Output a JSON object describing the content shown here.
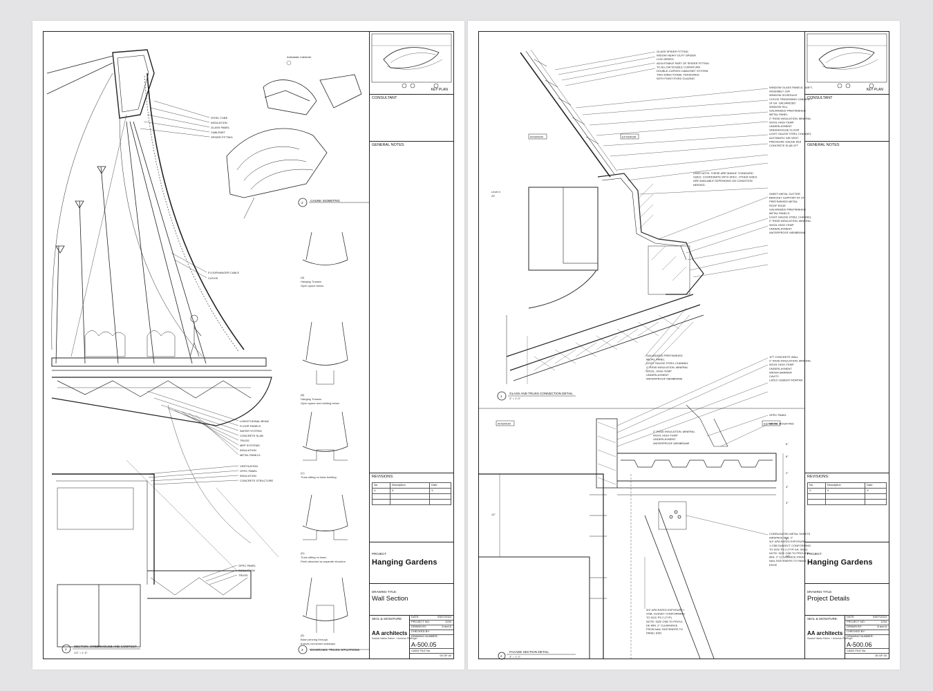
{
  "sheets": [
    {
      "keyplan_label": "KEY PLAN",
      "consultant_label": "CONSULTANT",
      "general_notes_label": "GENERAL NOTES",
      "revisions_label": "REVISIONS:",
      "revision_headers": [
        "No.",
        "Description",
        "Date"
      ],
      "revision_first_row": [
        "X",
        "X",
        "X"
      ],
      "project_label": "PROJECT",
      "project_name": "Hanging Gardens",
      "drawing_title_label": "DRAWING TITLE:",
      "drawing_title": "Wall Section",
      "seal_label": "SEAL & SIGNATURE:",
      "firm_name": "AA architects",
      "firm_sub": "Saadat Nabila Rahim + Andreas Pfaffinger",
      "date_label": "DATE:",
      "date": "03/07/2024",
      "project_no_label": "PROJECT NO:",
      "project_no": "1234",
      "drawn_by_label": "DRAWN BY:",
      "drawn_by": "A and A",
      "checked_by_label": "CHECKED BY:",
      "drawing_number_label": "DRAWING NUMBER:",
      "drawing_number": "A-500.05",
      "cadd_label": "CADD FILE No.",
      "of_text": "00 OF 00"
    },
    {
      "keyplan_label": "KEY PLAN",
      "consultant_label": "CONSULTANT",
      "general_notes_label": "GENERAL NOTES",
      "revisions_label": "REVISIONS:",
      "revision_headers": [
        "No.",
        "Description",
        "Date"
      ],
      "revision_first_row": [
        "X",
        "X",
        "X"
      ],
      "project_label": "PROJECT",
      "project_name": "Hanging Gardens",
      "drawing_title_label": "DRAWING TITLE:",
      "drawing_title": "Project Details",
      "seal_label": "SEAL & SIGNATURE:",
      "firm_name": "AA architects",
      "firm_sub": "Saadat Nabila Rahim + Andreas Pfaffinger",
      "date_label": "DATE:",
      "date": "03/07/2024",
      "project_no_label": "PROJECT NO:",
      "project_no": "1234",
      "drawn_by_label": "DRAWN BY:",
      "drawn_by": "A and A",
      "checked_by_label": "CHECKED BY:",
      "drawing_number_label": "DRAWING NUMBER:",
      "drawing_number": "A-500.06",
      "cadd_label": "CADD FILE No.",
      "of_text": "00 OF 00"
    }
  ],
  "left_drawing": {
    "callouts_top": [
      "STEEL TUBE",
      "INSULATION",
      "GLASS PANEL",
      "CABLENET",
      "SPIDER FITTING"
    ],
    "callouts_mid": [
      "FLOORHANGER CABLE",
      "CLEVIS"
    ],
    "callouts_truss": [
      "LONGITUDINAL BEAM",
      "FLOOR PANELS",
      "WATER SYSTEM",
      "CONCRETE SLAB",
      "TRUSS",
      "MEP SYSTEMS",
      "INSULATION",
      "METAL PANELS"
    ],
    "callouts_low": [
      "VENTILATION",
      "GFRC PANEL",
      "INSULATION",
      "CONCRETE STRUCTURE"
    ],
    "callouts_base": [
      "GFRC PANEL",
      "INSULATION",
      "TRUSS"
    ],
    "iso_label": "Anticlastic Cablenet",
    "title_1_num": "1",
    "title_1": "SECTION: GREENHOUSE AND COMPOST",
    "title_1_scale": "1/2\" = 1'-0\"",
    "title_2_num": "2",
    "title_2": "CHUNK ISOMETRIC",
    "title_3_num": "3",
    "title_3": "DIAGRAMS: TRUSS SITUATIONS",
    "diagrams": [
      {
        "tag": "(A)",
        "l1": "Hanging Trusses",
        "l2": "Open space below"
      },
      {
        "tag": "(B)",
        "l1": "Hanging Trusses",
        "l2": "Open space and building below"
      },
      {
        "tag": "(C)",
        "l1": "Truss sitting on base building",
        "l2": ""
      },
      {
        "tag": "(D)",
        "l1": "Truss sitting on base,",
        "l2": "Flesh attached as separate structure"
      },
      {
        "tag": "(E)",
        "l1": "Base piercing through,",
        "l2": "trusses connected sideways"
      }
    ]
  },
  "right_drawing": {
    "interior_label": "INTERIOR",
    "exterior_label": "EXTERIOR",
    "level_label": "Level 4",
    "level_value": "23'",
    "callouts_top": [
      "GLASS SPIDER FITTING",
      "WIDOW HEAVY DUTY SPIDER",
      "L220 SERIES",
      "ADJUSTABLE PART OF SPIDER FITTING",
      "TO ALLOW DOUBLE CURVATURE",
      "DOUBLE-CURVED CABLENET SYSTEM,",
      "TWO-DIRECTIONAL TENSIONED",
      "WITH POINT-FIXED GLAZING"
    ],
    "callouts_right": [
      "WINDOW GLASS PANELS, 4x5FT,",
      "ASSEMBLY 16/F",
      "WINDOW SCHEDULE",
      "CLEVIS TENSIONING CABLENET",
      "24 GA. GALVANIZED",
      "WINDOW SILL",
      "GALVANIZED PREFINISHED",
      "METAL PANEL",
      "2\" RIGID INSULATION, MINERAL",
      "WOOL HIGH-TEMP",
      "UNDERLAYMENT",
      "GREENHOUSE FLOOR",
      "LIGHT GAUGE STEEL CHANNEL",
      "AUTOMATIC AIR VENT",
      "PRESSURE GAUGE Ø15",
      "CONCRETE SLAB 1FT"
    ],
    "user_note": "USER NOTE: THESE ARE MANUF. STANDARD SIZES. COORDINATE WITH SPEC. OTHER SIZES ARE AVAILABLE DEPENDING ON CONDITION NEEDED.",
    "callouts_gutter": [
      "SHEET METAL GUTTER",
      "BRACKET SUPPORT AT 24\"",
      "PREFINISHED METAL",
      "ROOF EDGE",
      "GALVANIZED PREFINISHED",
      "METAL PANELS",
      "LIGHT GAUGE STEEL CHANNEL",
      "2\" RIGID INSULATION, MINERAL",
      "WOOL HIGH-TEMP",
      "UNDERLAYMENT",
      "WATERPROOF MEMBRANE"
    ],
    "callouts_truss": [
      "GALVANIZED PREFINISHED",
      "METAL PANEL",
      "LIGHT GAUGE STEEL CHANNEL",
      "2\" RIGID INSULATION, MINERAL",
      "WOOL, HIGH-TEMP",
      "UNDERLAYMENT",
      "WATERPROOF MEMBRANE"
    ],
    "callouts_wall": [
      "1FT CONCRETE WALL",
      "2\" RIGID INSULATION, MINERAL",
      "WOOL HIGH-TEMP",
      "UNDERLAYMENT",
      "WATER BARRIER",
      "CAVITY",
      "LATEX CEMENT MORTAR"
    ],
    "callouts_facade": [
      "GFRC PANEL",
      "METAL MOUNTING"
    ],
    "callouts_facade_left": [
      "2\" RIGID INSULATION, MINERAL",
      "WOOL HIGH-TEMP",
      "UNDERLAYMENT",
      "WATERPROOF MEMBRANE"
    ],
    "callouts_deck": [
      "CORRUGATED METAL SHEETS",
      "AIRSPACE MIN. 2\"",
      "3/4\" APA RATED EXPOSURE",
      "1 OSB SUBJECT CONFORMING",
      "TO DOC PS 2 (TYP. EA. SIDE)",
      "NOTE: SIZE OSB TO PROVIDE",
      "MIN. 2\" CLEARANCE FROM",
      "NAIL FASTENERS TO PANEL",
      "EDGE"
    ],
    "callouts_gusset": [
      "3/4\" APA RATED EXPOSURE I",
      "OSB, GUSSET CONFORMING",
      "TO DOC PS 2 (TYP)",
      "NOTE: SIZE OSB TO PROVI-",
      "DE MIN. 2\" CLEARANCE",
      "FROM NAIL FASTENERS TO",
      "PANEL END"
    ],
    "dims": [
      "6\"",
      "8\"",
      "2\"",
      "4\"",
      "3\"",
      "12\"",
      "6\"",
      "12\""
    ],
    "title_1_num": "1",
    "title_1": "GLASS AND TRUSS CONNECTION DETAIL",
    "title_1_scale": "3\" = 1'-0\"",
    "title_2_num": "2",
    "title_2": "FACADE SECTION DETAIL",
    "title_2_scale": "3\" = 1'-0\""
  }
}
